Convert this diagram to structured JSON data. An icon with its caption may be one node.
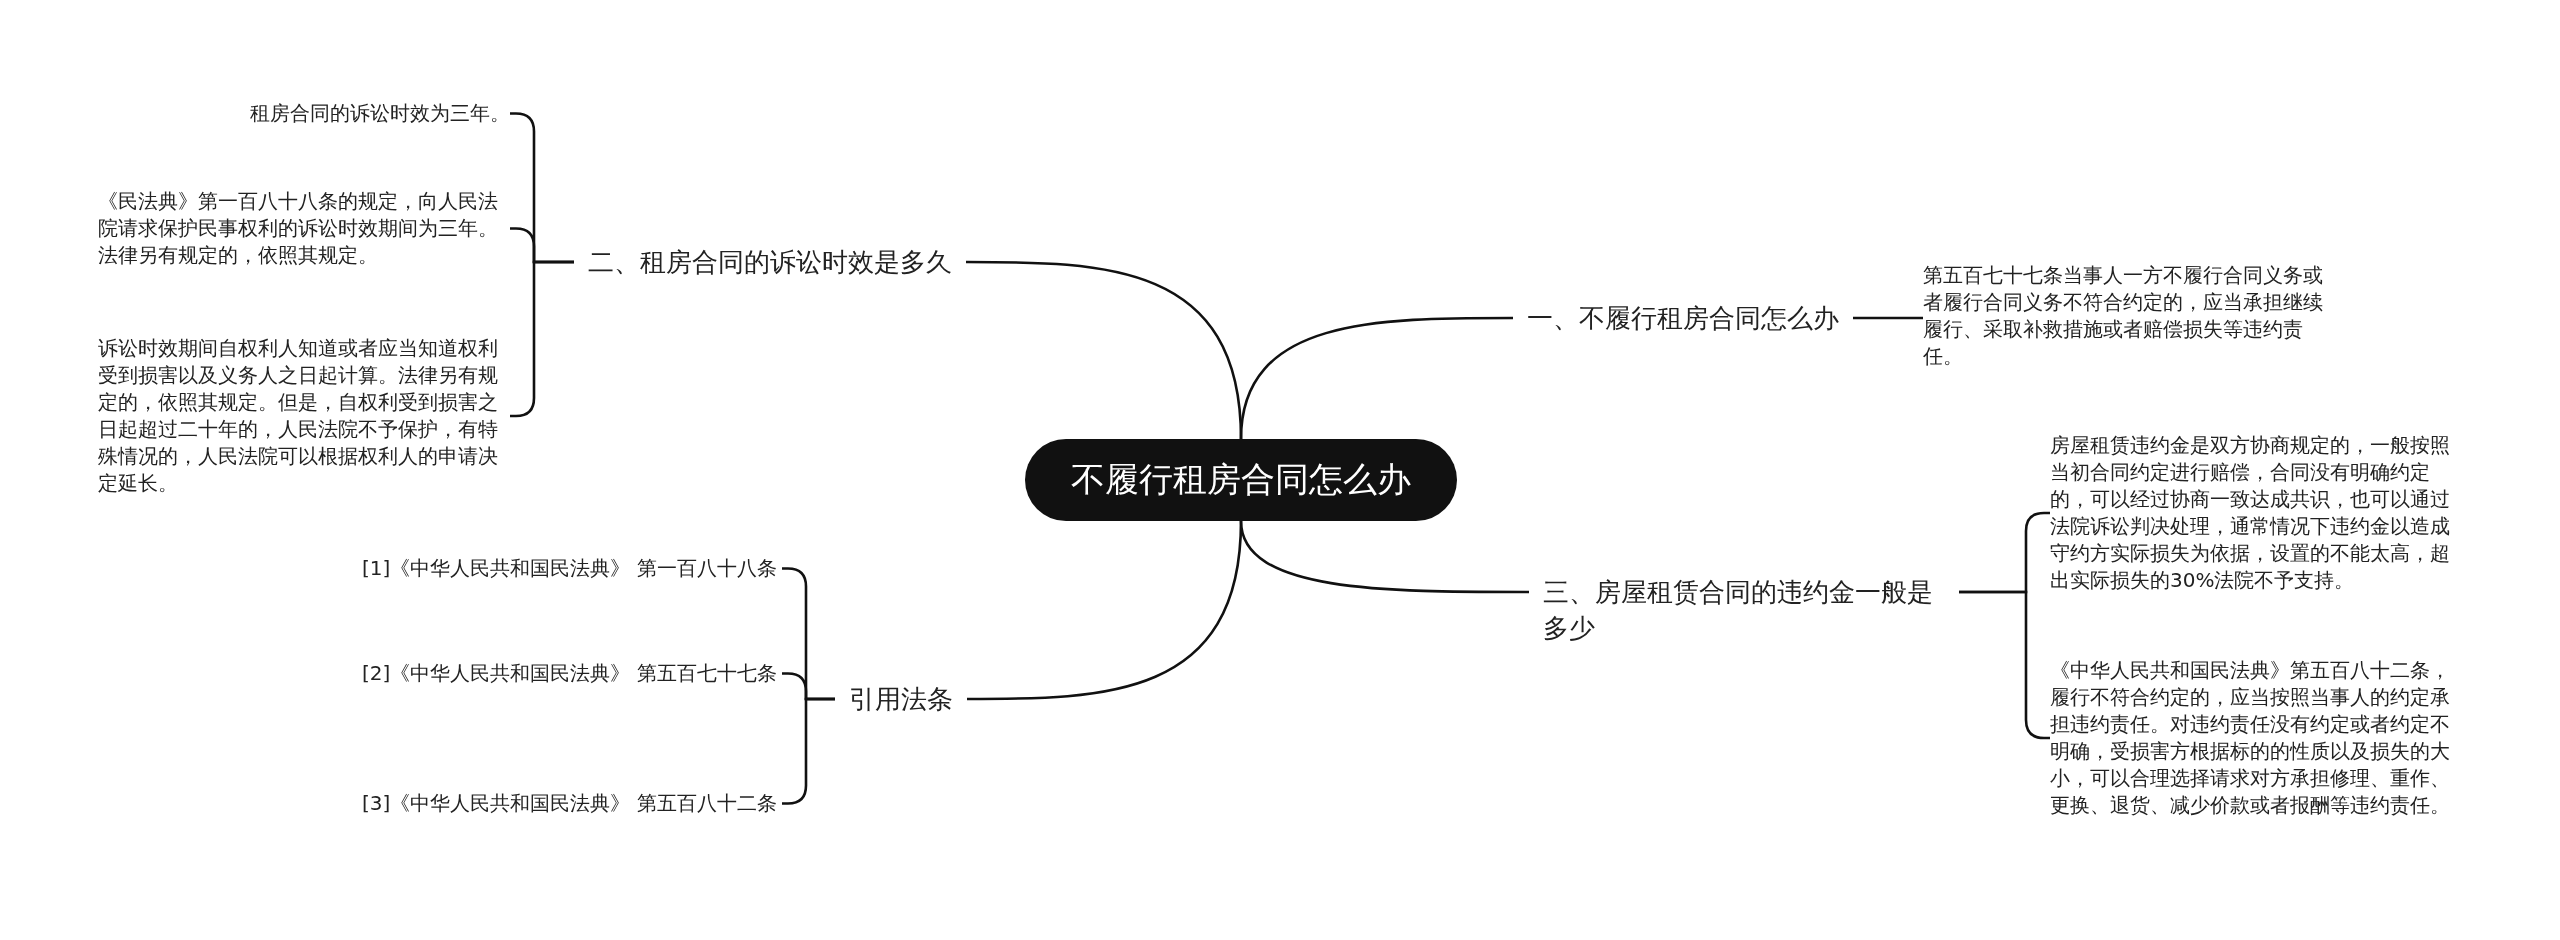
{
  "diagram": {
    "nodes": [
      {
        "text": [
          "不履行租房合同怎么办"
        ]
      },
      {
        "text": [
          "一、不履行租房合同怎么办"
        ]
      },
      {
        "text": [
          "第五百七十七条当事人一方不履行合同义务或者履行合同义务不符合约定的，应当承担继续履行、采取补救措施或者赔偿损失等违约责任。"
        ]
      },
      {
        "text": [
          "二、租房合同的诉讼时效是多久"
        ]
      },
      {
        "text": [
          "租房合同的诉讼时效为三年。"
        ]
      },
      {
        "text": [
          "《民法典》第一百八十八条的规定，向人民法院请求保护民事权利的诉讼时效期间为三年。法律另有规定的，依照其规定。"
        ]
      },
      {
        "text": [
          "诉讼时效期间自权利人知道或者应当知道权利受到损害以及义务人之日起计算。法律另有规定的，依照其规定。但是，自权利受到损害之日起超过二十年的，人民法院不予保护，有特殊情况的，人民法院可以根据权利人的申请决定延长。"
        ]
      },
      {
        "text": [
          "三、房屋租赁合同的违约金一般是多少"
        ]
      },
      {
        "text": [
          "房屋租赁违约金是双方协商规定的，一般按照当初合同约定进行赔偿，合同没有明确约定的，可以经过协商一致达成共识，也可以通过法院诉讼判决处理，通常情况下违约金以造成守约方实际损失为依据，设置的不能太高，超出实际损失的30%法院不予支持。"
        ]
      },
      {
        "text": [
          "《中华人民共和国民法典》第五百八十二条，履行不符合约定的，应当按照当事人的约定承担违约责任。对违约责任没有约定或者约定不明确，受损害方根据标的的性质以及损失的大小，可以合理选择请求对方承担修理、重作、更换、退货、减少价款或者报酬等违约责任。"
        ]
      },
      {
        "text": [
          "引用法条"
        ]
      },
      {
        "text": [
          "[1]《中华人民共和国民法典》 第一百八十八条"
        ]
      },
      {
        "text": [
          "[2]《中华人民共和国民法典》 第五百七十七条"
        ]
      },
      {
        "text": [
          "[3]《中华人民共和国民法典》 第五百八十二条"
        ]
      }
    ],
    "edges": [
      {
        "from": 0,
        "to": 1,
        "arrow": "none"
      },
      {
        "from": 1,
        "to": 2,
        "arrow": "none"
      },
      {
        "from": 0,
        "to": 3,
        "arrow": "none"
      },
      {
        "from": 3,
        "to": 4,
        "arrow": "none"
      },
      {
        "from": 3,
        "to": 5,
        "arrow": "none"
      },
      {
        "from": 3,
        "to": 6,
        "arrow": "none"
      },
      {
        "from": 0,
        "to": 7,
        "arrow": "none"
      },
      {
        "from": 7,
        "to": 8,
        "arrow": "none"
      },
      {
        "from": 7,
        "to": 9,
        "arrow": "none"
      },
      {
        "from": 0,
        "to": 10,
        "arrow": "none"
      },
      {
        "from": 10,
        "to": 11,
        "arrow": "none"
      },
      {
        "from": 10,
        "to": 12,
        "arrow": "none"
      },
      {
        "from": 10,
        "to": 13,
        "arrow": "none"
      }
    ]
  }
}
